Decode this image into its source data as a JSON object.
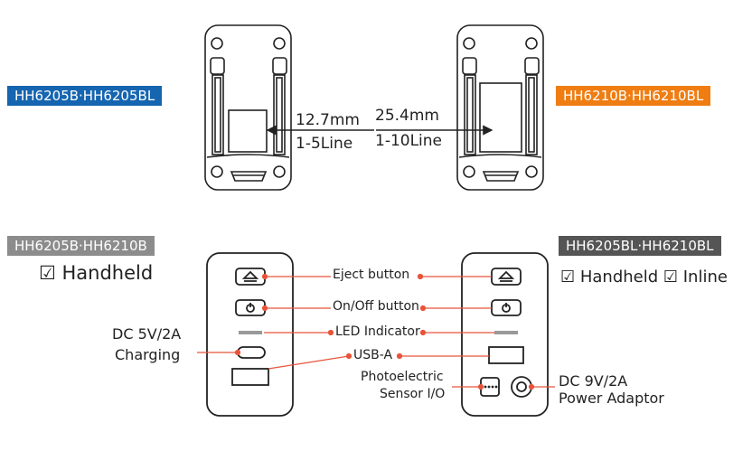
{
  "top": {
    "left_model": {
      "label": "HH6205B·HH6205BL",
      "color": "#1565b0"
    },
    "right_model": {
      "label": "HH6210B·HH6210BL",
      "color": "#ef7d12"
    },
    "left_width": "12.7mm",
    "left_lines": "1-5Line",
    "right_width": "25.4mm",
    "right_lines": "1-10Line"
  },
  "bottom": {
    "left_model": {
      "label": "HH6205B·HH6210B",
      "color": "#8c8c8c"
    },
    "right_model": {
      "label": "HH6205BL·HH6210BL",
      "color": "#555555"
    },
    "left_modes": "☑ Handheld",
    "right_modes": "☑ Handheld ☑ Inline",
    "callouts": {
      "eject": "Eject button",
      "onoff": "On/Off button",
      "led": "LED Indicator",
      "usba": "USB-A",
      "sensor_1": "Photoelectric",
      "sensor_2": "Sensor I/O",
      "power_1": "DC 9V/2A",
      "power_2": "Power Adaptor",
      "dc_1": "DC 5V/2A",
      "dc_2": "Charging"
    },
    "callout_color": "#e8533a"
  }
}
